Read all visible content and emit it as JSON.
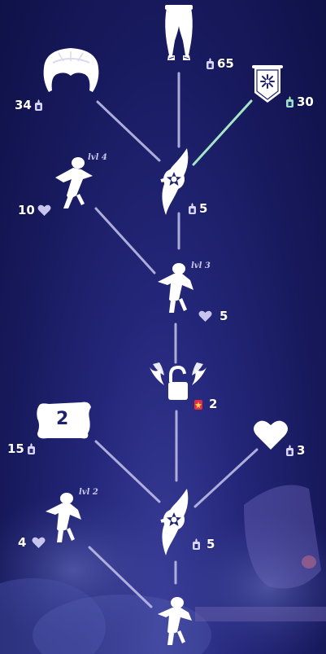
{
  "screen": "spirit-friendship-tree",
  "colors": {
    "line_default": "#bcbbe6",
    "line_highlight": "#a6e6c6",
    "candle": "#d8d6f4",
    "candle_special": "#9ee2c4",
    "heart": "#c7c4ee",
    "ascended_candle": "#e32b45"
  },
  "tree": {
    "pants": {
      "cost": "65",
      "currency": "candle"
    },
    "hair": {
      "cost": "34",
      "currency": "candle"
    },
    "cape_banner": {
      "cost": "30",
      "currency": "season-candle"
    },
    "wing_upper": {
      "cost": "5",
      "currency": "candle"
    },
    "emote_lvl4": {
      "level": "lvl 4",
      "cost": "10",
      "currency": "heart"
    },
    "emote_lvl3": {
      "level": "lvl 3",
      "cost": "5",
      "currency": "heart"
    },
    "lock": {
      "cost": "2",
      "currency": "ascended-candle"
    },
    "music_sheet": {
      "label": "2",
      "cost": "15",
      "currency": "candle"
    },
    "heart_gift": {
      "cost": "3",
      "currency": "candle"
    },
    "wing_lower": {
      "cost": "5",
      "currency": "candle"
    },
    "emote_lvl2": {
      "level": "lvl 2",
      "cost": "4",
      "currency": "heart"
    },
    "emote_lvl1": {}
  }
}
